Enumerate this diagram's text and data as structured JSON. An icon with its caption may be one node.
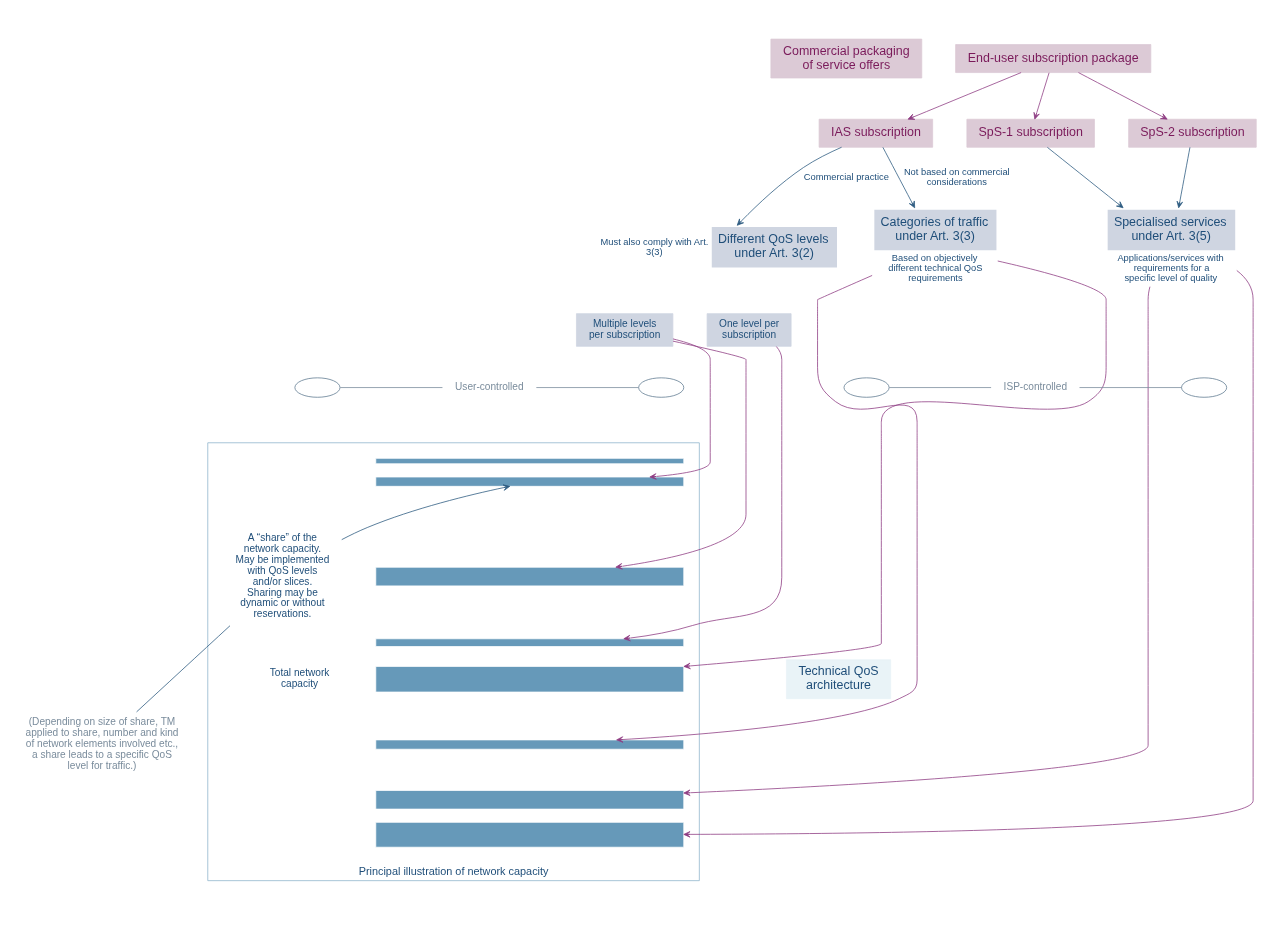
{
  "diagram": {
    "nodes": [
      {
        "text": [
          "Commercial packaging of service offers"
        ]
      },
      {
        "text": [
          "End-user subscription package"
        ]
      },
      {
        "text": [
          "IAS subscription"
        ]
      },
      {
        "text": [
          "SpS-1 subscription"
        ]
      },
      {
        "text": [
          "SpS-2 subscription"
        ]
      },
      {
        "text": [
          "Different QoS levels under Art. 3(2)"
        ],
        "beside": [
          "Must also comply with Art. 3(3)"
        ]
      },
      {
        "text": [
          "Categories of traffic under Art. 3(3)"
        ],
        "beside": [
          "Based on objectively different technical QoS requirements"
        ]
      },
      {
        "text": [
          "Specialised services under Art. 3(5)"
        ],
        "beside": [
          "Applications/services with requirements for a specific level of quality"
        ]
      },
      {
        "text": [
          "Multiple levels per subscription"
        ]
      },
      {
        "text": [
          "One level per subscription"
        ]
      },
      {
        "text": [],
        "shape": "ellipse"
      },
      {
        "text": [
          "User-controlled"
        ]
      },
      {
        "text": [],
        "shape": "ellipse"
      },
      {
        "text": [],
        "shape": "ellipse"
      },
      {
        "text": [
          "ISP-controlled"
        ]
      },
      {
        "text": [],
        "shape": "ellipse"
      },
      {
        "text": [
          "Principal illustration of network capacity"
        ]
      },
      {
        "text": [],
        "shape": "bar",
        "in": 16
      },
      {
        "text": [],
        "shape": "bar",
        "in": 16
      },
      {
        "text": [],
        "shape": "bar",
        "in": 16
      },
      {
        "text": [],
        "shape": "bar",
        "in": 16
      },
      {
        "text": [],
        "shape": "bar",
        "in": 16
      },
      {
        "text": [],
        "shape": "bar",
        "in": 16
      },
      {
        "text": [],
        "shape": "bar",
        "in": 16
      },
      {
        "text": [],
        "shape": "bar",
        "in": 16
      },
      {
        "text": [
          "A “share” of the network capacity. May be implemented with QoS levels and/or slices. Sharing may be dynamic or without reservations."
        ],
        "in": 16
      },
      {
        "text": [
          "Technical QoS architecture"
        ]
      },
      {
        "text": [
          "(Depending on size of share, TM applied to share, number and kind of network elements involved etc., a share leads to a specific QoS level for traffic.)"
        ]
      }
    ],
    "edges": [
      {
        "from": 1,
        "to": 2,
        "arrow": "to"
      },
      {
        "from": 1,
        "to": 3,
        "arrow": "to"
      },
      {
        "from": 1,
        "to": 4,
        "arrow": "to"
      },
      {
        "from": 2,
        "to": 5,
        "arrow": "to",
        "label": "Commercial practice",
        "color": "#2c5a80"
      },
      {
        "from": 2,
        "to": 6,
        "arrow": "to",
        "label": "Not based on commercial considerations",
        "color": "#2c5a80"
      },
      {
        "from": 3,
        "to": 7,
        "arrow": "to",
        "color": "#2c5a80"
      },
      {
        "from": 4,
        "to": 7,
        "arrow": "to",
        "color": "#2c5a80"
      },
      {
        "from": 10,
        "to": 11,
        "arrow": "none",
        "color": "#7a8c9c"
      },
      {
        "from": 11,
        "to": 12,
        "arrow": "none",
        "color": "#7a8c9c"
      },
      {
        "from": 13,
        "to": 14,
        "arrow": "none",
        "color": "#7a8c9c"
      },
      {
        "from": 14,
        "to": 15,
        "arrow": "none",
        "color": "#7a8c9c"
      },
      {
        "from": 8,
        "to": 18,
        "arrow": "to"
      },
      {
        "from": 8,
        "to": 19,
        "arrow": "to"
      },
      {
        "from": 9,
        "to": 20,
        "arrow": "to"
      },
      {
        "from": 6,
        "to": 21,
        "arrow": "to"
      },
      {
        "from": 6,
        "to": 22,
        "arrow": "to"
      },
      {
        "from": 7,
        "to": 23,
        "arrow": "to"
      },
      {
        "from": 7,
        "to": 24,
        "arrow": "to"
      },
      {
        "from": 25,
        "to": 18,
        "arrow": "to",
        "color": "#2c5a80"
      },
      {
        "from": 25,
        "to": 27,
        "arrow": "none",
        "color": "#2c5a80"
      }
    ],
    "labels": [
      "Total network capacity"
    ]
  }
}
